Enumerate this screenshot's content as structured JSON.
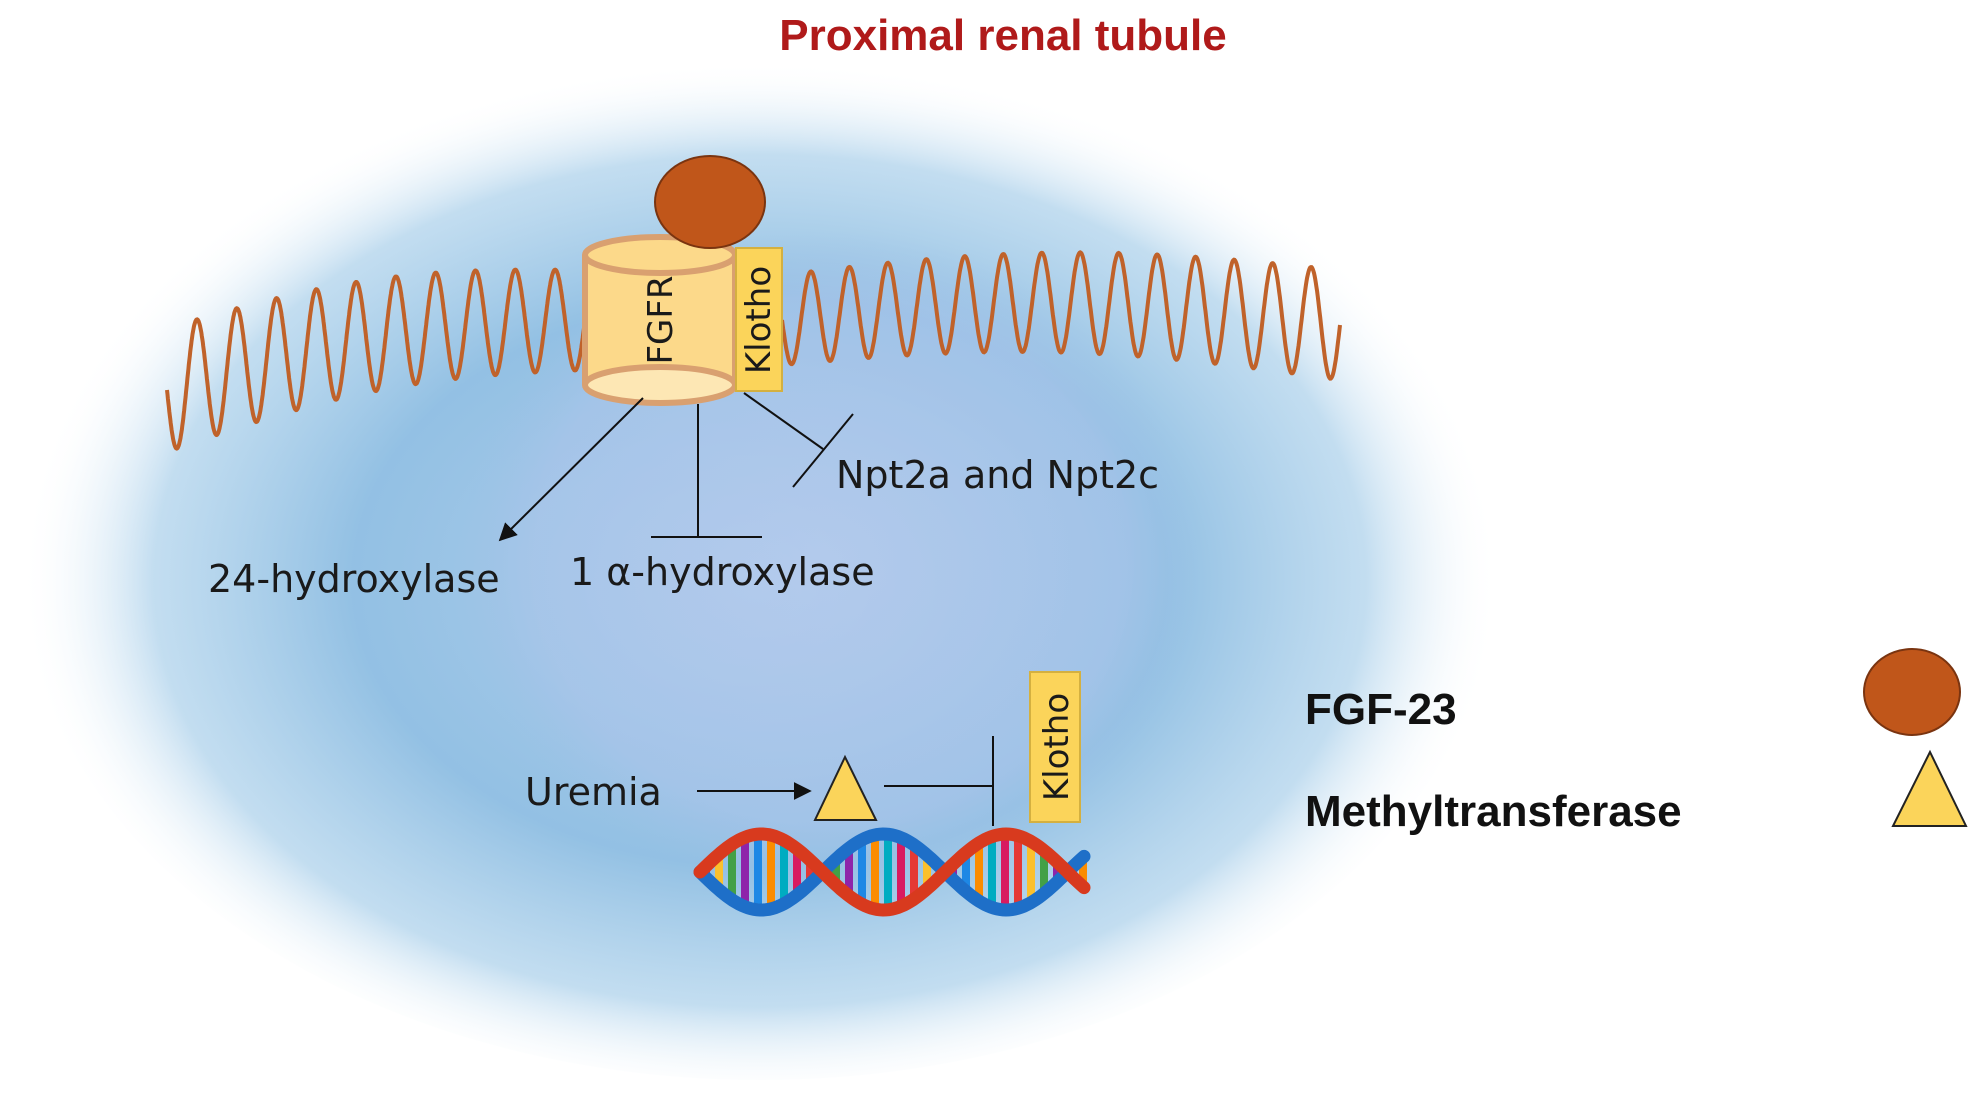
{
  "title": "Proximal renal tubule",
  "receptor": {
    "fgfr_label": "FGFR",
    "klotho_label": "Klotho"
  },
  "targets": {
    "hydroxylase_24": "24-hydroxylase",
    "hydroxylase_1a": "1 α-hydroxylase",
    "npt": "Npt2a and Npt2c"
  },
  "nucleus": {
    "uremia_label": "Uremia",
    "klotho_gene_label": "Klotho"
  },
  "legend": {
    "fgf23": "FGF-23",
    "methyltransferase": "Methyltransferase"
  },
  "colors": {
    "title": "#b01a1a",
    "membrane": "#c0622a",
    "fgf23": "#c0561a",
    "receptor_fill": "#fcd98a",
    "receptor_stroke": "#d9a070",
    "klotho_fill": "#fbd45a",
    "methyltransferase_fill": "#fbd45a",
    "cell": "#7fb3dc"
  }
}
